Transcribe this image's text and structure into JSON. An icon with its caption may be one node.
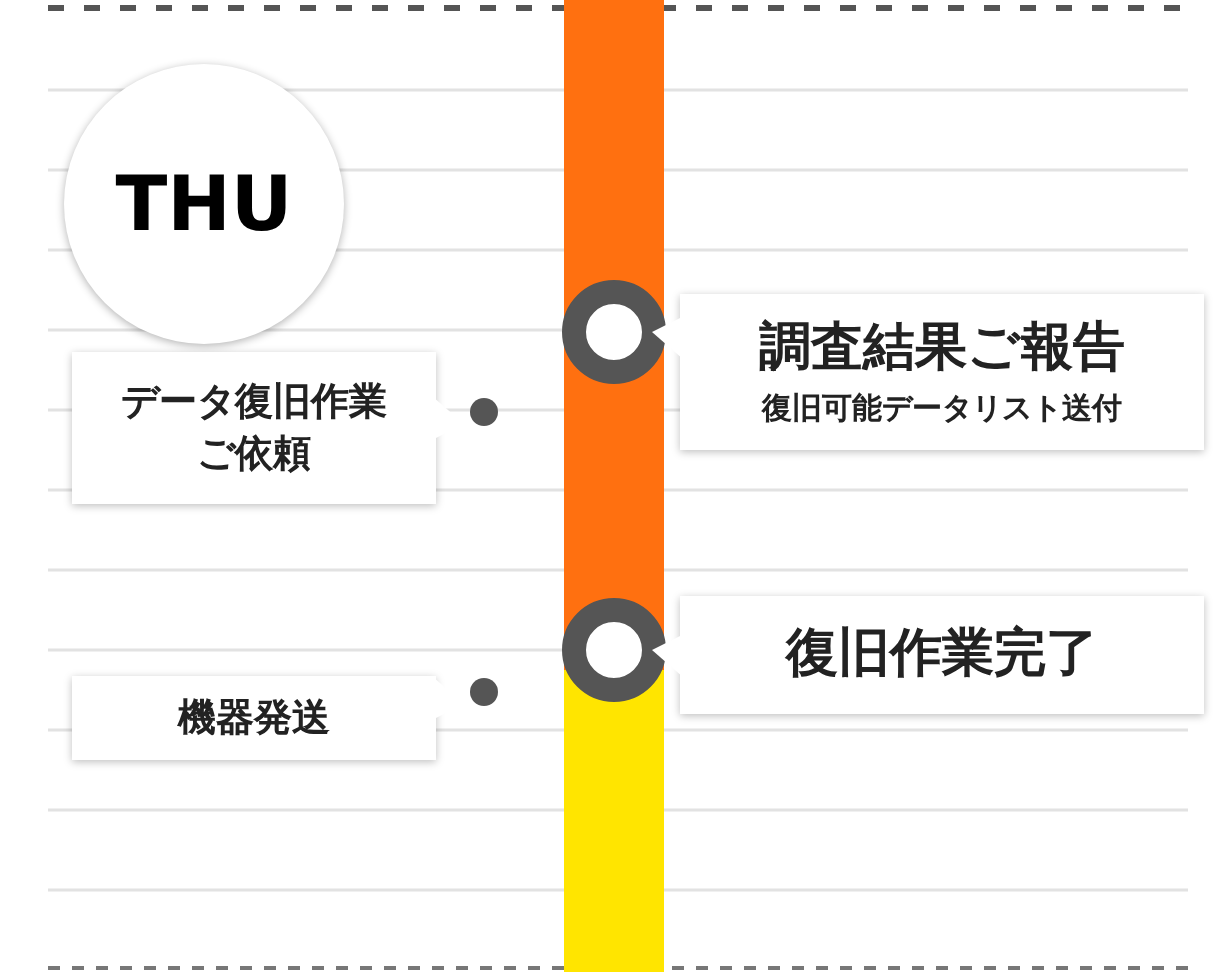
{
  "diagram": {
    "nodes": [
      {
        "text": [
          "THU"
        ]
      },
      {
        "text": [
          "調査結果ご報告",
          "復旧可能データリスト送付"
        ]
      },
      {
        "text": [
          "データ復旧作業ご依頼"
        ]
      },
      {
        "text": [
          "復旧作業完了"
        ]
      },
      {
        "text": [
          "機器発送"
        ]
      }
    ]
  }
}
